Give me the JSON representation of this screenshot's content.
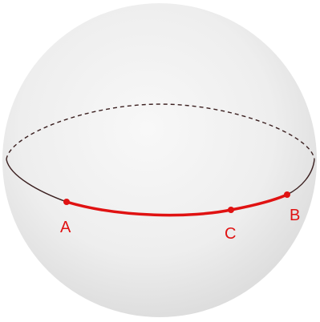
{
  "diagram": {
    "points": {
      "a": {
        "label": "A"
      },
      "b": {
        "label": "B"
      },
      "c": {
        "label": "C"
      }
    },
    "colors": {
      "background": "#ffffff",
      "sphere_light": "#f7f7f7",
      "sphere_mid": "#ebebeb",
      "sphere_edge": "#d8d8d8",
      "great_circle": "#3a1f1f",
      "arc": "#e01212",
      "label": "#e01212"
    }
  }
}
